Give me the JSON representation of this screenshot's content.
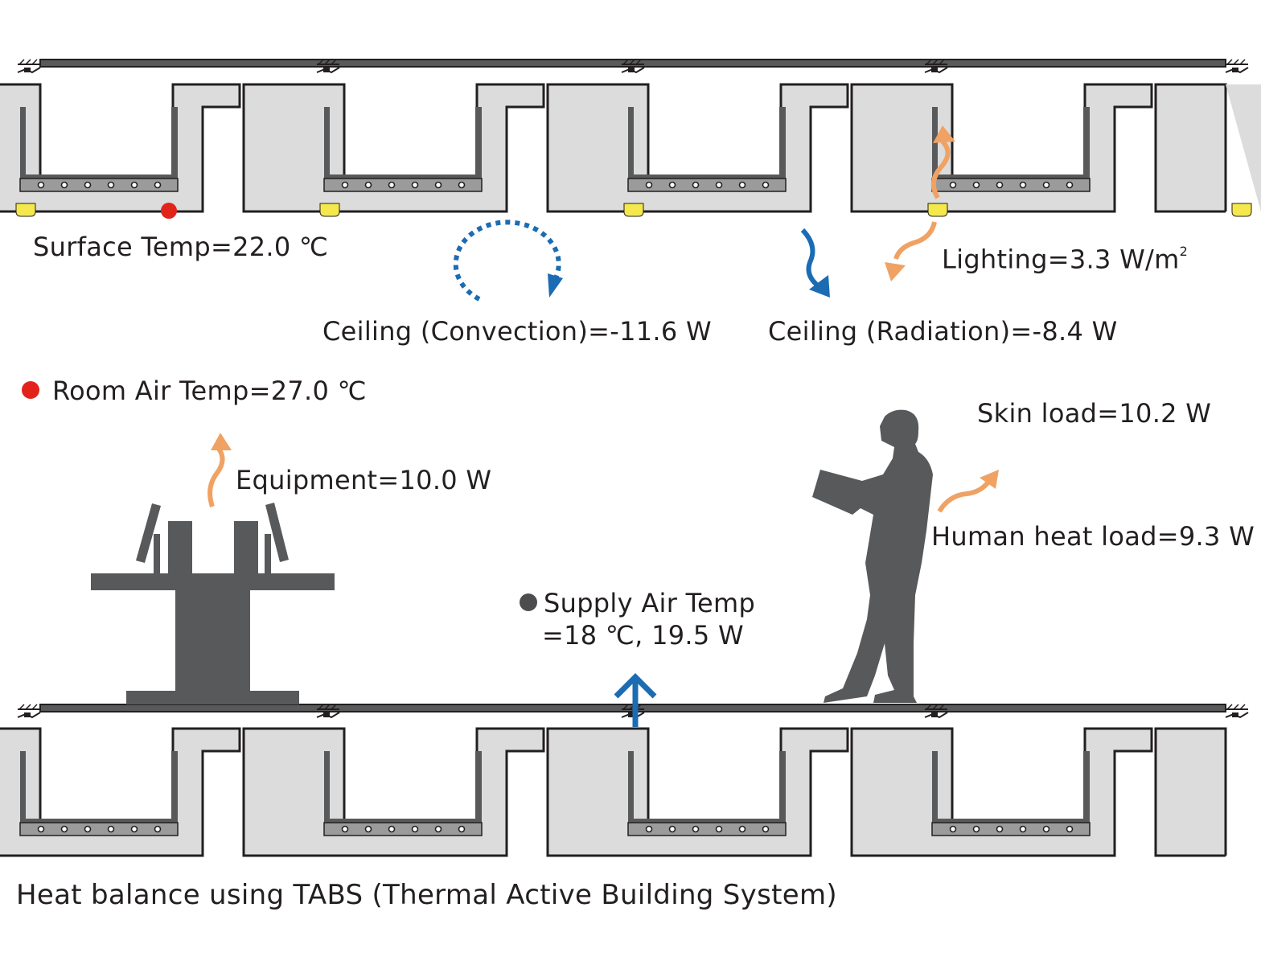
{
  "labels": {
    "surface_temp": "Surface Temp=22.0 ℃",
    "ceiling_convection": "Ceiling (Convection)=-11.6 W",
    "ceiling_radiation": "Ceiling (Radiation)=-8.4 W",
    "lighting": "Lighting=3.3 W/m",
    "lighting_sup": "2",
    "room_air_temp": "Room Air Temp=27.0 ℃",
    "skin_load": "Skin load=10.2 W",
    "equipment": "Equipment=10.0 W",
    "human_heat_load": "Human heat load=9.3 W",
    "supply_air_temp_line1": "Supply Air Temp",
    "supply_air_temp_line2": "=18 ℃, 19.5 W",
    "caption": "Heat balance using TABS (Thermal Active Building System)"
  },
  "colors": {
    "slab_fill": "#dcdcdc",
    "slab_stroke": "#231f20",
    "dark_gray": "#58595b",
    "heat_arrow": "#f0a264",
    "cool_arrow": "#1b6cb3",
    "light_fixture": "#f4e84c",
    "room_temp_dot": "#e2231a",
    "supply_dot": "#4d4d4f"
  }
}
